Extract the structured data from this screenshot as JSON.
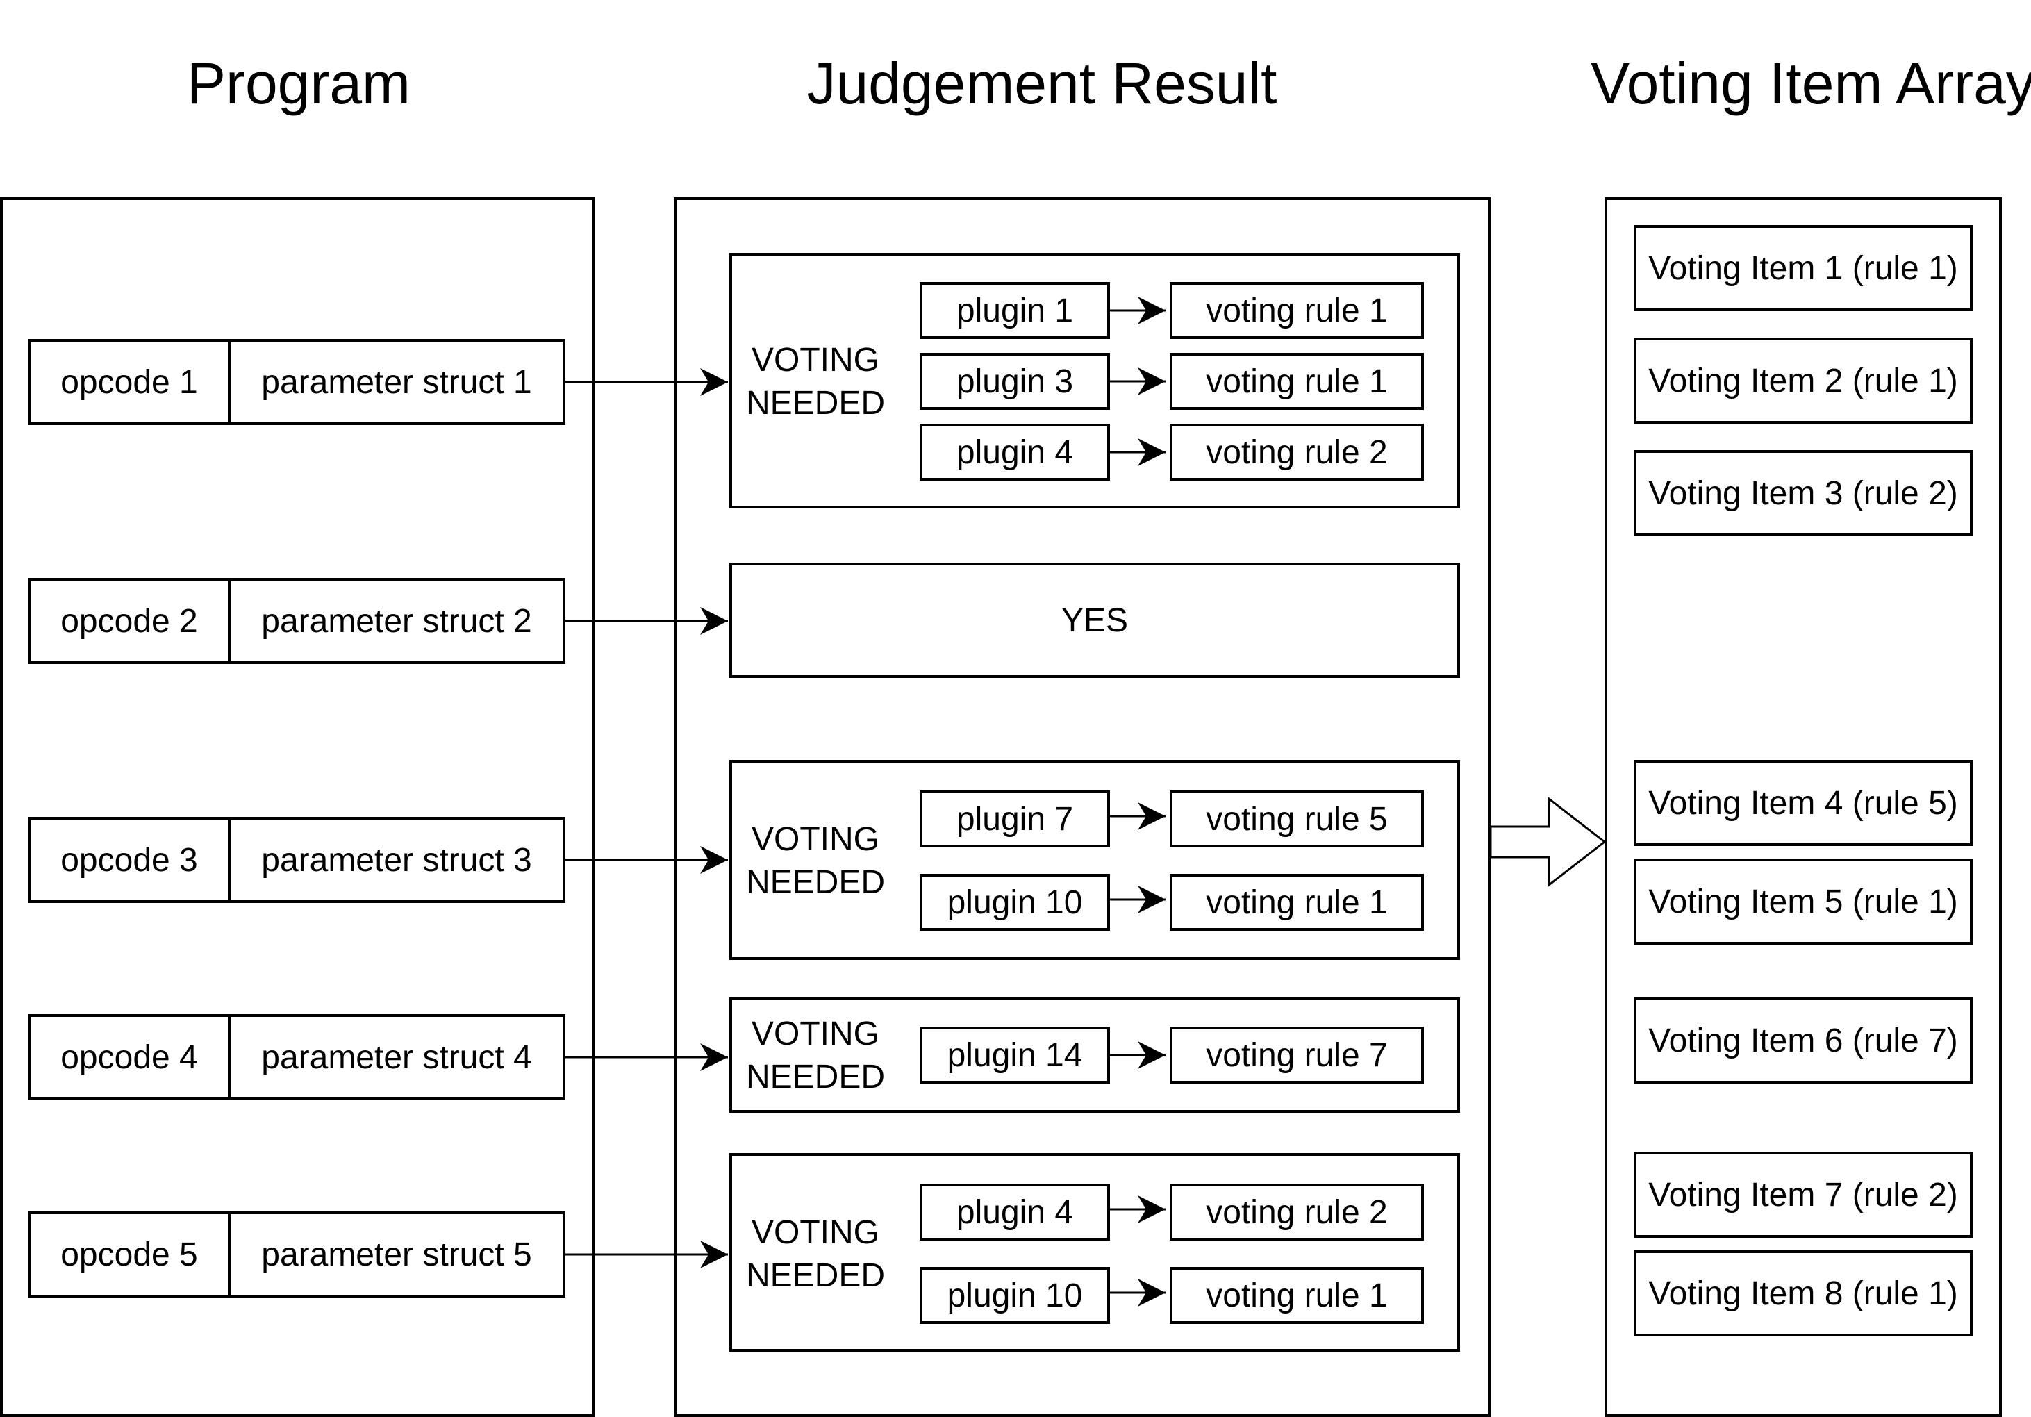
{
  "columns": {
    "program": "Program",
    "judgement": "Judgement Result",
    "voting_items": "Voting Item Array"
  },
  "program": [
    {
      "opcode": "opcode 1",
      "param": "parameter struct 1"
    },
    {
      "opcode": "opcode 2",
      "param": "parameter struct 2"
    },
    {
      "opcode": "opcode 3",
      "param": "parameter struct 3"
    },
    {
      "opcode": "opcode 4",
      "param": "parameter struct 4"
    },
    {
      "opcode": "opcode 5",
      "param": "parameter struct 5"
    }
  ],
  "judgement": {
    "voting_line1": "VOTING",
    "voting_line2": "NEEDED",
    "yes": "YES",
    "groups": [
      {
        "pairs": [
          {
            "plugin": "plugin 1",
            "rule": "voting rule 1"
          },
          {
            "plugin": "plugin 3",
            "rule": "voting rule 1"
          },
          {
            "plugin": "plugin 4",
            "rule": "voting rule 2"
          }
        ]
      },
      {
        "pairs": [
          {
            "plugin": "plugin 7",
            "rule": "voting rule 5"
          },
          {
            "plugin": "plugin 10",
            "rule": "voting rule 1"
          }
        ]
      },
      {
        "pairs": [
          {
            "plugin": "plugin 14",
            "rule": "voting rule 7"
          }
        ]
      },
      {
        "pairs": [
          {
            "plugin": "plugin 4",
            "rule": "voting rule 2"
          },
          {
            "plugin": "plugin 10",
            "rule": "voting rule 1"
          }
        ]
      }
    ]
  },
  "voting_items": [
    "Voting Item 1 (rule 1)",
    "Voting Item 2 (rule 1)",
    "Voting Item 3 (rule 2)",
    "Voting Item 4 (rule 5)",
    "Voting Item 5 (rule 1)",
    "Voting Item 6 (rule 7)",
    "Voting Item 7 (rule 2)",
    "Voting Item 8 (rule 1)"
  ]
}
